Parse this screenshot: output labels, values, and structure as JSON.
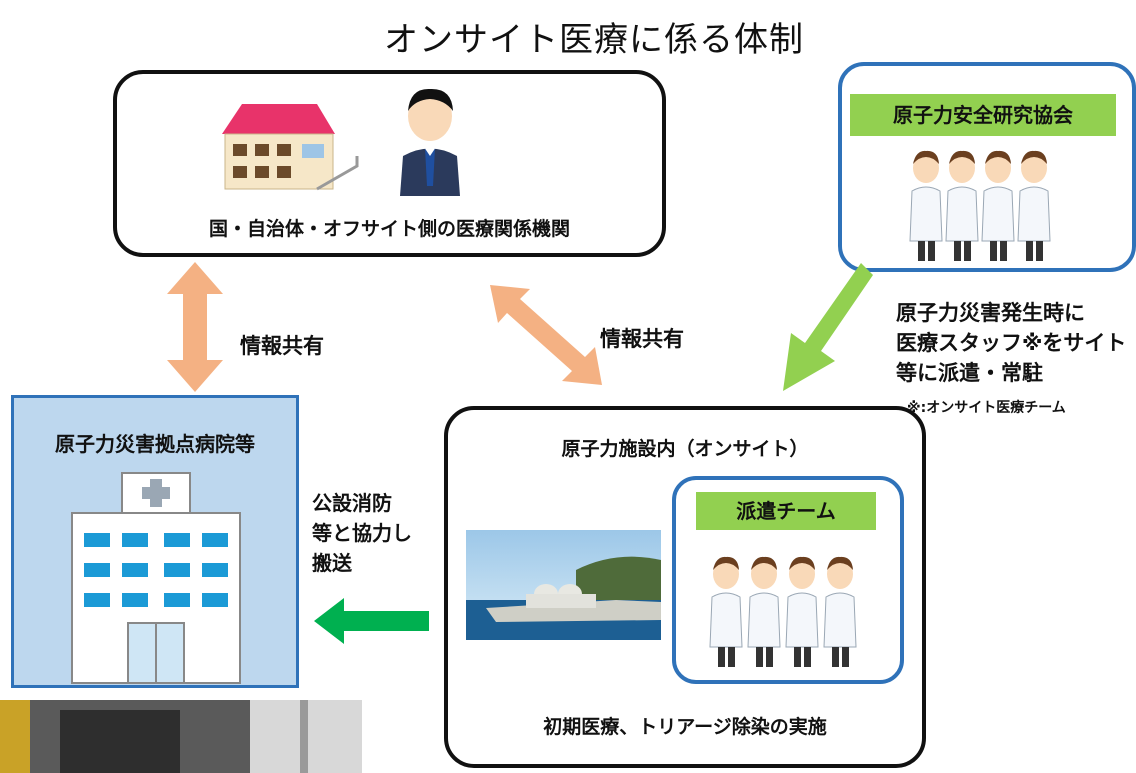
{
  "title": "オンサイト医療に係る体制",
  "top_box": {
    "label": "国・自治体・オフサイト側の医療関係機関"
  },
  "association": {
    "label": "原子力安全研究協会"
  },
  "dispatch_note": {
    "line1": "原子力災害発生時に",
    "line2": "医療スタッフ※をサイト",
    "line3": "等に派遣・常駐",
    "footnote": "※:オンサイト医療チーム"
  },
  "info_share_left": "情報共有",
  "info_share_right": "情報共有",
  "hospital": {
    "label": "原子力災害拠点病院等"
  },
  "transport_note": {
    "line1": "公設消防",
    "line2": "等と協力し",
    "line3": "搬送"
  },
  "onsite": {
    "label": "原子力施設内（オンサイト）",
    "team_label": "派遣チーム",
    "bottom_label": "初期医療、トリアージ除染の実施"
  },
  "colors": {
    "orange_arrow": "#f4b183",
    "green_arrow_light": "#92d050",
    "green_arrow_dark": "#00b050",
    "blue_border": "#2f72b9",
    "hospital_fill": "#bdd7ee"
  }
}
